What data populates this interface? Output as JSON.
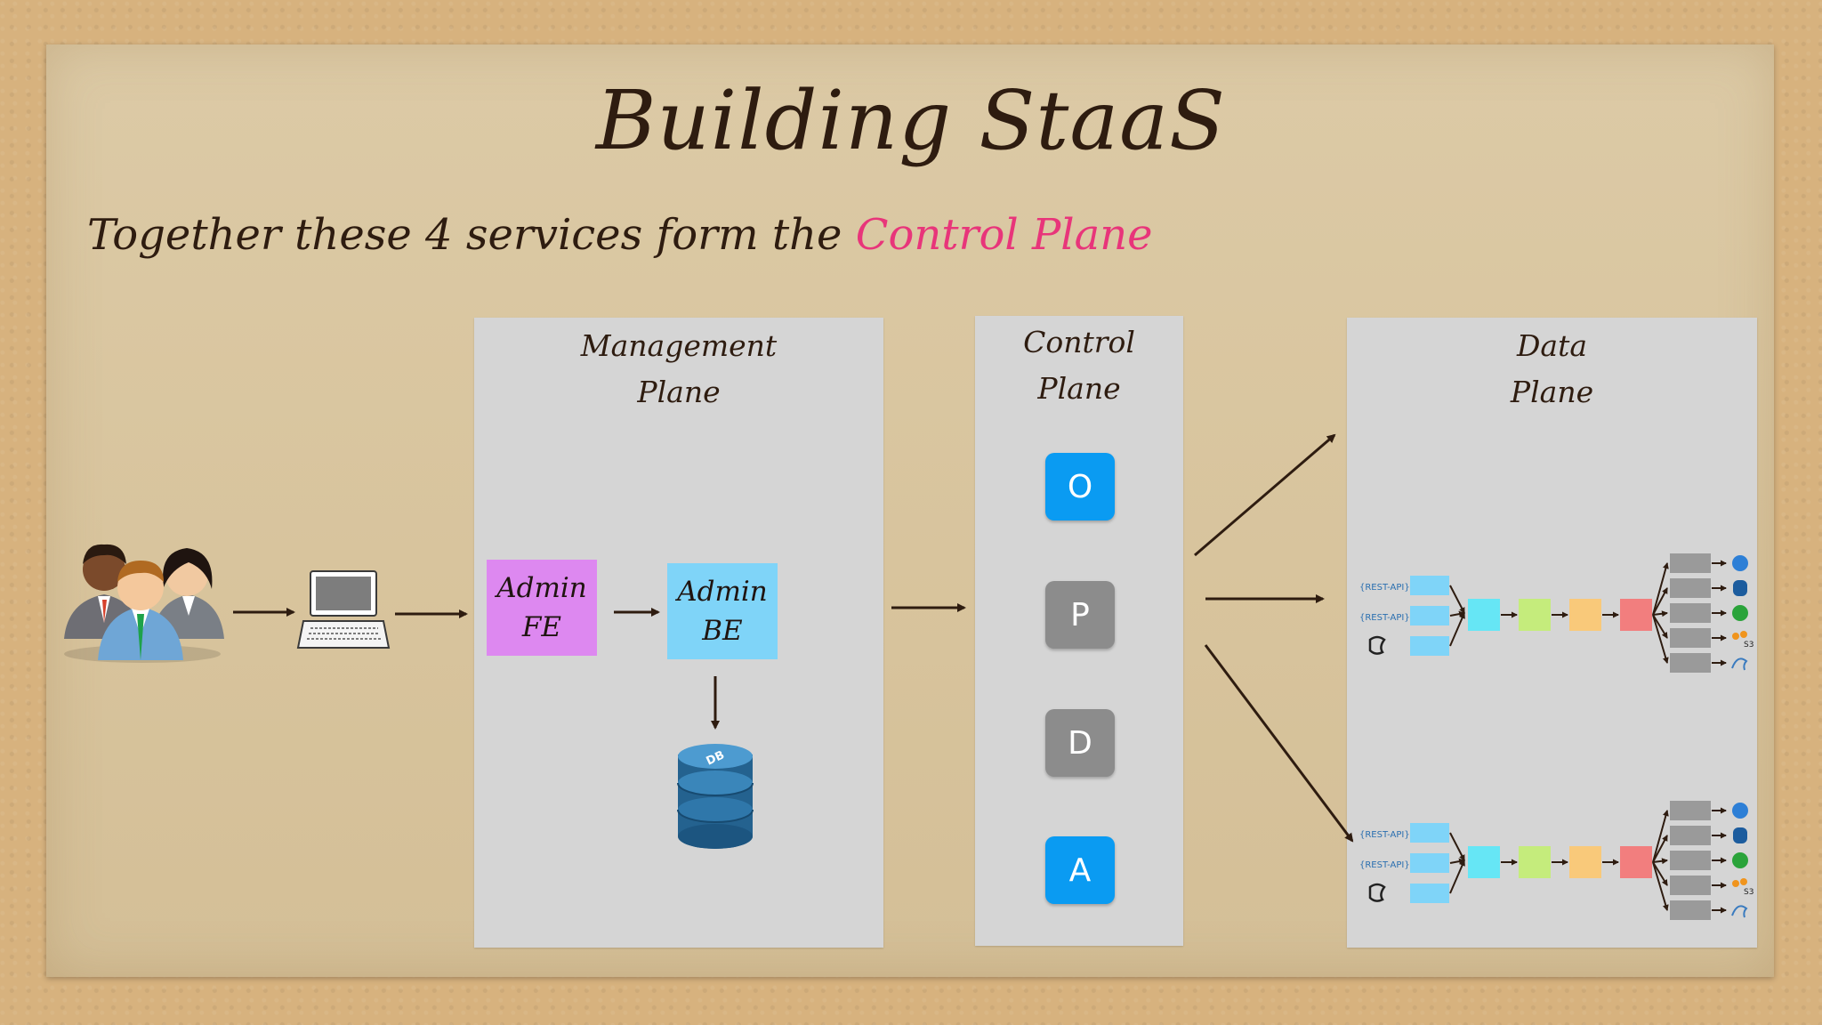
{
  "slide": {
    "title": "Building StaaS",
    "subtitle_prefix": "Together these 4 services form the ",
    "subtitle_highlight": "Control Plane",
    "highlight_color": "#e8357a"
  },
  "management_plane": {
    "title_line1": "Management",
    "title_line2": "Plane",
    "admin_fe": {
      "line1": "Admin",
      "line2": "FE",
      "color": "#dd88f0"
    },
    "admin_be": {
      "line1": "Admin",
      "line2": "BE",
      "color": "#7fd4f8"
    },
    "database": {
      "label": "DB",
      "icon": "database-icon"
    }
  },
  "control_plane": {
    "title_line1": "Control",
    "title_line2": "Plane",
    "services": [
      {
        "letter": "O",
        "color": "#0a9bf2"
      },
      {
        "letter": "P",
        "color": "#8c8c8c"
      },
      {
        "letter": "D",
        "color": "#8c8c8c"
      },
      {
        "letter": "A",
        "color": "#0a9bf2"
      }
    ]
  },
  "data_plane": {
    "title_line1": "Data",
    "title_line2": "Plane",
    "pipeline_colors": [
      "#66e6f5",
      "#c5ec7c",
      "#f9c97a",
      "#f27e7e"
    ],
    "rest_api_label": "{REST-API}",
    "sink_labels": [
      "S3"
    ]
  },
  "icons": {
    "users": "users-group-icon",
    "laptop": "laptop-icon"
  }
}
